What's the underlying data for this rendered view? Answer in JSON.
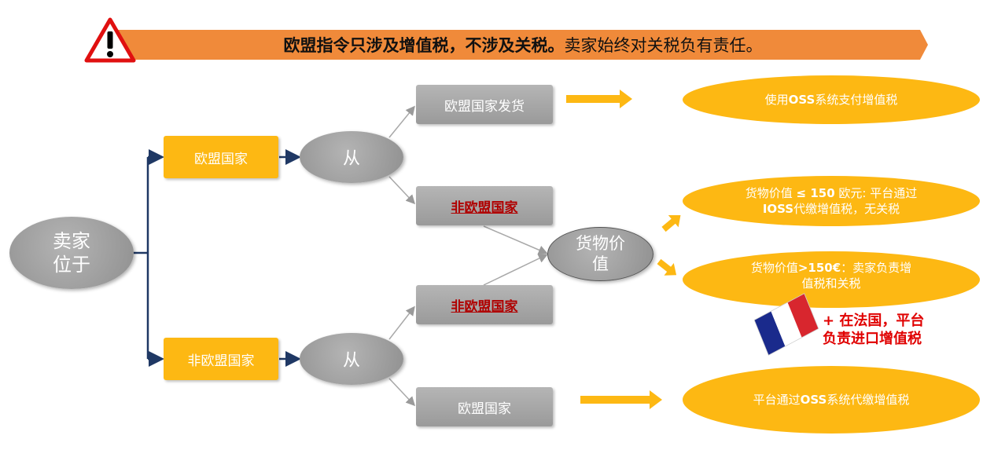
{
  "banner": {
    "bold_text": "欧盟指令只涉及增值税，不涉及关税。",
    "normal_text": "卖家始终对关税负有责任。",
    "bg_color": "#F08A3A"
  },
  "nodes": {
    "seller": {
      "line1": "卖家",
      "line2": "位于"
    },
    "eu_country": "欧盟国家",
    "non_eu_country": "非欧盟国家",
    "from_top": "从",
    "from_bottom": "从",
    "ship_eu": "欧盟国家发货",
    "non_eu_top": "非欧盟国家",
    "non_eu_mid": "非欧盟国家",
    "eu_bottom": "欧盟国家",
    "goods_value": {
      "line1": "货物价",
      "line2": "值"
    }
  },
  "results": {
    "oss": {
      "pre": "使用",
      "bold": "OSS",
      "post": "系统支付增值税"
    },
    "low_value": {
      "pre1": "货物价值 ",
      "bold1": "≤ 150",
      "post1": " 欧元: 平台通过",
      "bold2": "IOSS",
      "post2": "代缴增值税，无关税"
    },
    "high_value": {
      "pre1": "货物价值",
      "bold1": ">150€",
      "post1": "：卖家负责增",
      "line2": "值税和关税"
    },
    "platform_oss": {
      "pre": "平台通过",
      "bold": "OSS",
      "post": "系统代缴增值税"
    }
  },
  "france_note": {
    "line1": "+ 在法国，平台",
    "line2": "负责进口增值税"
  },
  "colors": {
    "yellow": "#FDB813",
    "gray": "#A6A6A6",
    "navy": "#1F3864",
    "red": "#E00000"
  },
  "icons": {
    "warning": "warning-icon",
    "flag": "france-flag-icon"
  }
}
